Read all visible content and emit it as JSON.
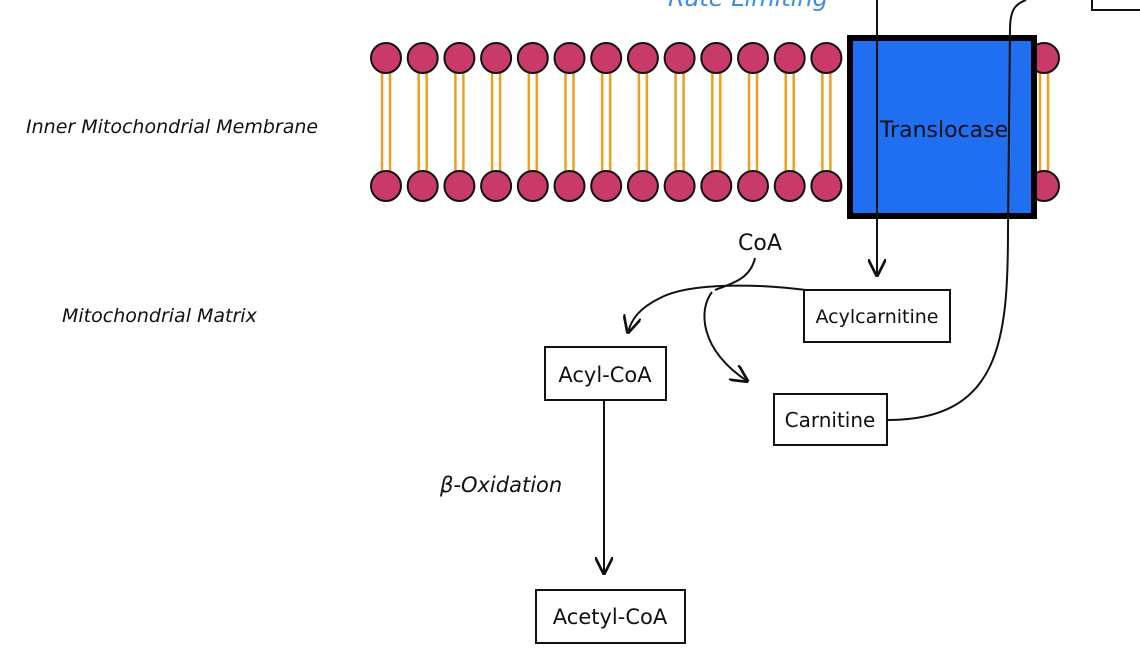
{
  "labels": {
    "top_note": "Rate Limiting",
    "membrane": "Inner Mitochondrial Membrane",
    "matrix": "Mitochondrial Matrix",
    "coa": "CoA",
    "beta_oxidation": "β-Oxidation"
  },
  "boxes": {
    "translocase": "Translocase",
    "acylcarnitine": "Acylcarnitine",
    "acyl_coa": "Acyl-CoA",
    "carnitine": "Carnitine",
    "acetyl_coa": "Acetyl-CoA"
  },
  "colors": {
    "lipid_head": "#c83a68",
    "lipid_tail": "#f0a020",
    "translocase_fill": "#1f6ff0",
    "note_blue": "#3a8ee6",
    "ink": "#111111"
  }
}
